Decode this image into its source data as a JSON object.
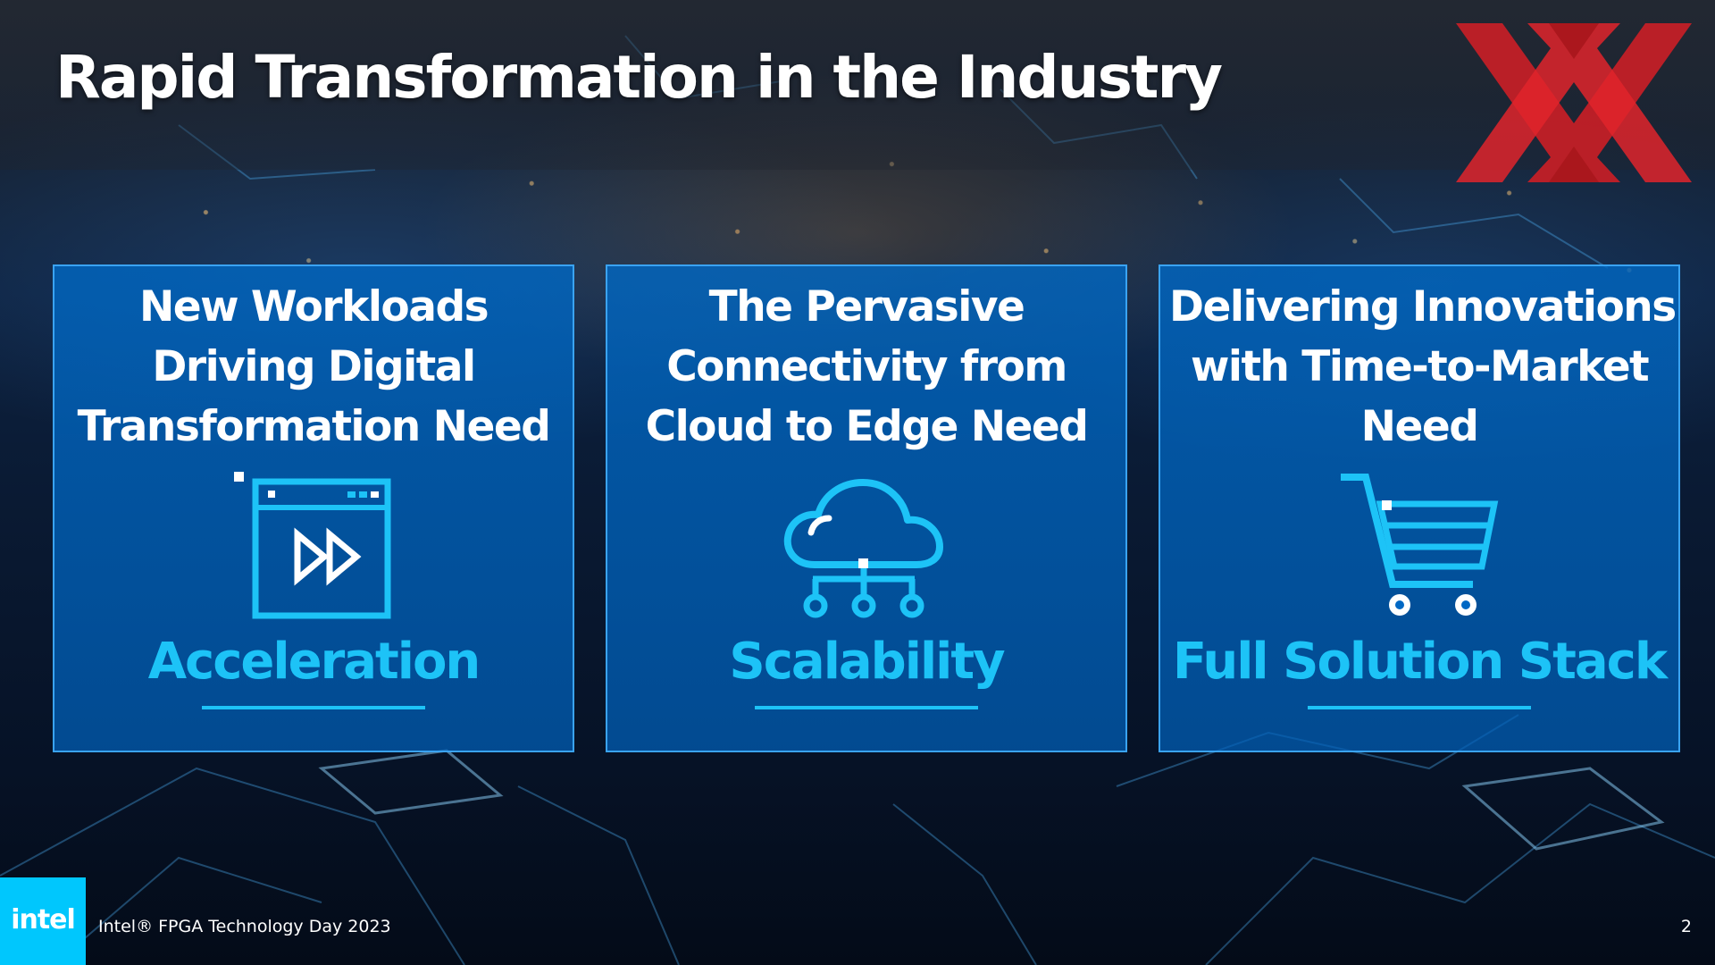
{
  "slide": {
    "title": "Rapid Transformation in the Industry",
    "footer": "Intel® FPGA Technology Day 2023",
    "page_number": "2"
  },
  "brand": {
    "intel_wordmark": "intel",
    "accent_color": "#1dc3f7",
    "panel_color": "#0068c4",
    "logo_color": "#d61f26"
  },
  "panels": [
    {
      "heading_lines": [
        "New Workloads",
        "Driving Digital",
        "Transformation Need"
      ],
      "icon": "fast-forward-window-icon",
      "keyword": "Acceleration"
    },
    {
      "heading_lines": [
        "The Pervasive",
        "Connectivity from",
        "Cloud to Edge Need"
      ],
      "icon": "cloud-network-icon",
      "keyword": "Scalability"
    },
    {
      "heading_lines": [
        "Delivering Innovations",
        "with Time-to-Market",
        "Need"
      ],
      "icon": "shopping-cart-icon",
      "keyword": "Full Solution Stack"
    }
  ]
}
